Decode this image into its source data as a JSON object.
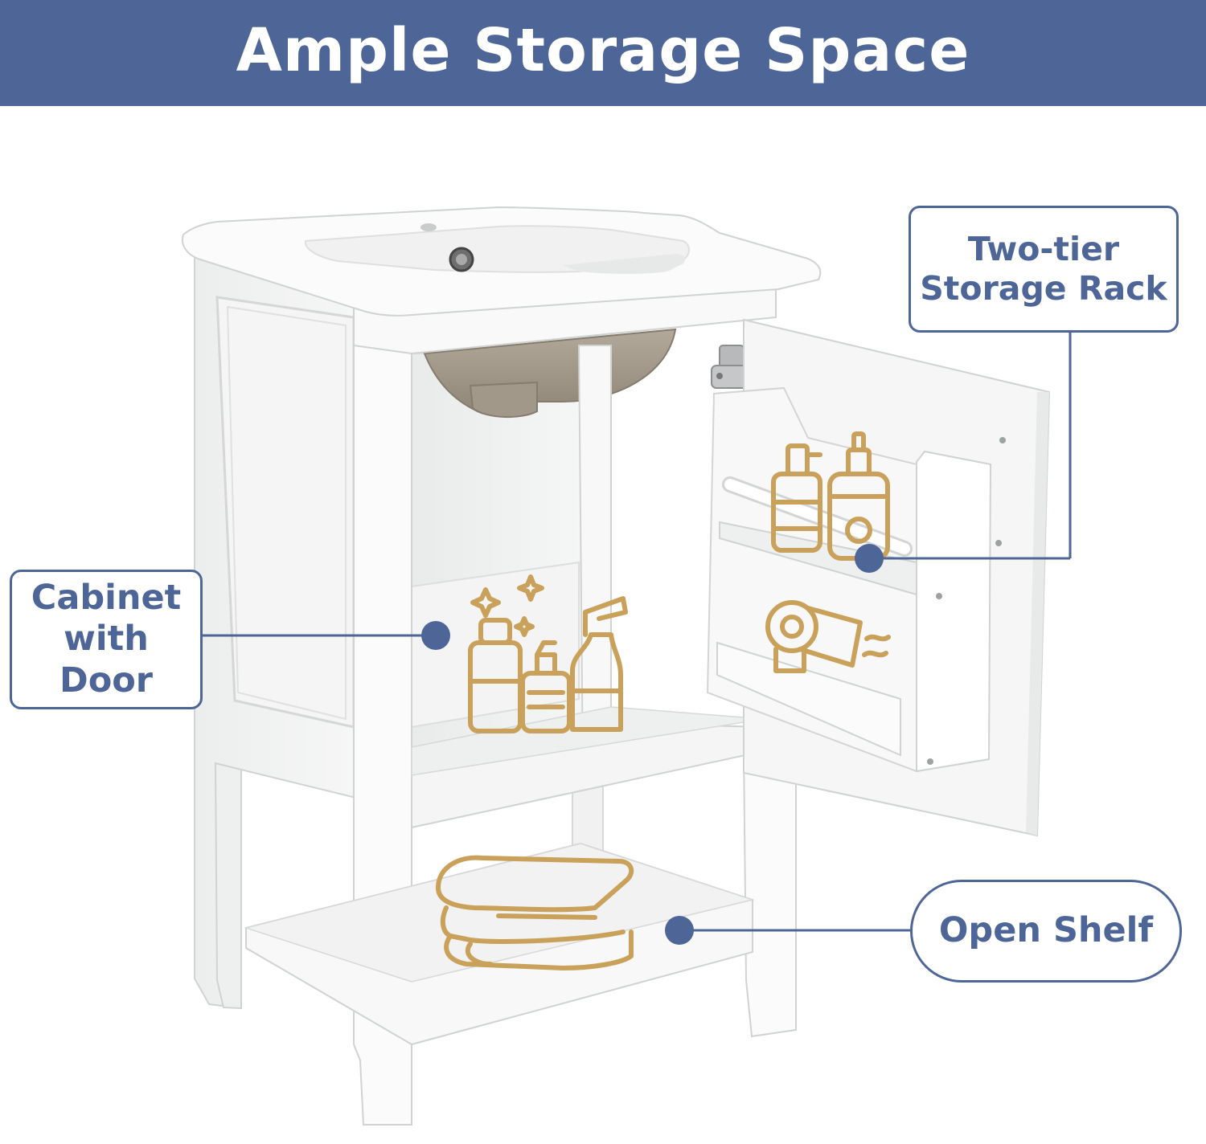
{
  "banner": {
    "title": "Ample Storage Space"
  },
  "callouts": {
    "rack": {
      "line1": "Two-tier",
      "line2": "Storage Rack"
    },
    "cabinet": {
      "line1": "Cabinet",
      "line2": "with Door"
    },
    "shelf": {
      "label": "Open Shelf"
    }
  },
  "colors": {
    "banner_bg": "#4e6697",
    "callout_text": "#4e6697",
    "callout_border": "#4e6697",
    "marker_dot": "#4e6697",
    "icon_gold": "#c9a15a",
    "vanity_white": "#f6f7f6"
  },
  "icons": {
    "rack_upper": "bottles-icon",
    "rack_lower": "hair-dryer-icon",
    "cabinet": "cleaning-supplies-icon",
    "shelf": "folded-towels-icon"
  }
}
